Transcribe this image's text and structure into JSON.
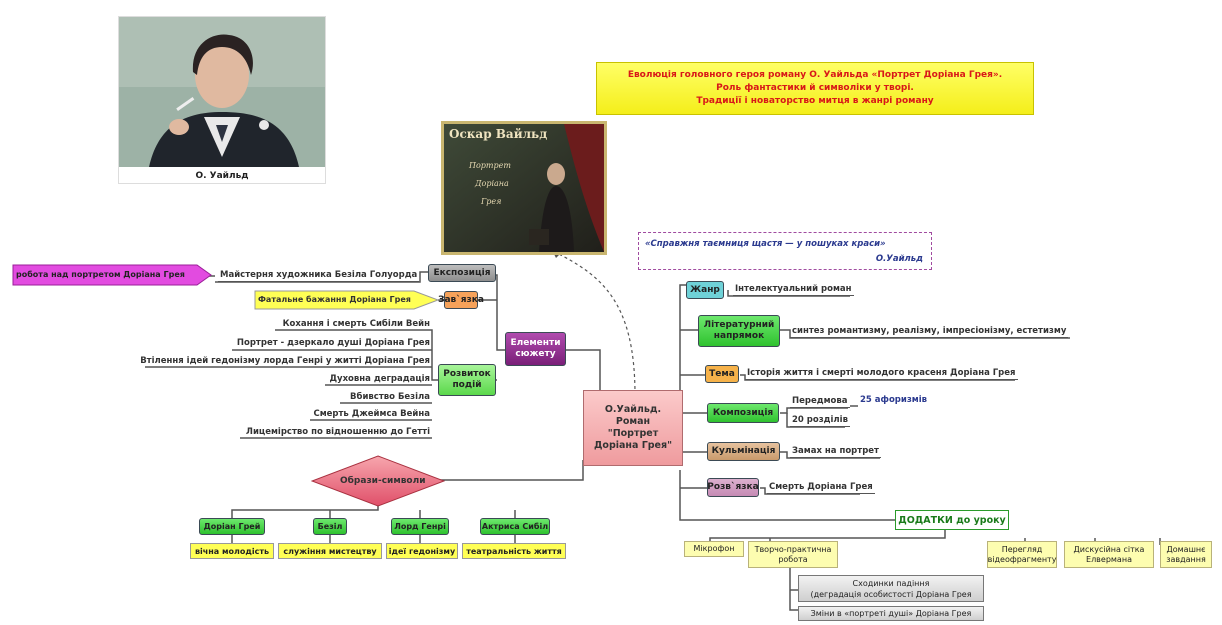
{
  "title_box": {
    "line1": "Еволюція головного героя роману О. Уайльда «Портрет Доріана Грея».",
    "line2": "Роль фантастики й символіки у творі.",
    "line3": "Традиції і новаторство митця в жанрі роману"
  },
  "portrait": {
    "caption": "О. Уайльд"
  },
  "book_cover": {
    "title_line1": "Оскар Вайльд",
    "title_line2": "Портрет",
    "title_line3": "Доріана",
    "title_line4": "Грея"
  },
  "quote": {
    "text": "«Справжня таємниця щастя — у пошуках краси»",
    "author": "О.Уайльд"
  },
  "center": {
    "line1": "О.Уайльд.",
    "line2": "Роман",
    "line3": "\"Портрет",
    "line4": "Доріана Грея\""
  },
  "right_branches": {
    "genre": {
      "label": "Жанр",
      "value": "Інтелектуальний роман"
    },
    "direction": {
      "line1": "Літературний",
      "line2": "напрямок",
      "value": "синтез романтизму, реалізму, імпресіонізму, естетизму"
    },
    "theme": {
      "label": "Тема",
      "value": "Історія життя і смерті молодого красеня Доріана Грея"
    },
    "composition": {
      "label": "Композиція",
      "preface": "Передмова",
      "aphorisms": "25 афоризмів",
      "chapters": "20 розділів"
    },
    "climax": {
      "label": "Кульмінація",
      "value": "Замах на портрет"
    },
    "denouement": {
      "label": "Розв`язка",
      "value": "Смерть Доріана Грея"
    }
  },
  "plot": {
    "label_line1": "Елементи",
    "label_line2": "сюжету",
    "exposition": {
      "label": "Експозиція",
      "leaf": "Майстерня художника Безіла Голуорда",
      "sub": "робота над портретом Доріана Грея"
    },
    "tie": {
      "label": "Зав`язка",
      "leaf": "Фатальне бажання Доріана Грея"
    },
    "development": {
      "label_line1": "Розвиток",
      "label_line2": "подій",
      "items": [
        "Кохання і смерть Сибіли Вейн",
        "Портрет - дзеркало душі Доріана Грея",
        "Втілення ідей гедонізму лорда Генрі у житті Доріана Грея",
        "Духовна деградація",
        "Вбивство Безіла",
        "Смерть Джеймса Вейна",
        "Лицемірство по відношенню до Гетті"
      ]
    }
  },
  "symbols": {
    "label": "Образи-символи",
    "items": [
      {
        "name": "Доріан Грей",
        "meaning": "вічна молодість"
      },
      {
        "name": "Безіл",
        "meaning": "служіння мистецтву"
      },
      {
        "name": "Лорд Генрі",
        "meaning": "ідеї гедонізму"
      },
      {
        "name": "Актриса Сибіл",
        "meaning": "театральність життя"
      }
    ]
  },
  "addons": {
    "label": "ДОДАТКИ до уроку",
    "microphone": "Мікрофон",
    "creative_line1": "Творчо-практична",
    "creative_line2": "робота",
    "similar_line1": "Сходинки падіння",
    "similar_line2": "(деградація особистості Доріана Грея",
    "changes": "Зміни в «портреті душі» Доріана Грея",
    "video_line1": "Перегляд",
    "video_line2": "відеофрагменту",
    "discussion_line1": "Дискусійна сітка",
    "discussion_line2": "Елвермана",
    "homework_line1": "Домашнє",
    "homework_line2": "завдання"
  },
  "colors": {
    "center_fill": "#f4a3a5",
    "green": "#4cd84c",
    "purple": "#8e2b8c",
    "magenta": "#e24be0",
    "yellow": "#ffff55",
    "title_yellow": "#ffff33",
    "title_red": "#d81818",
    "quote_blue": "#2b3a8f"
  }
}
